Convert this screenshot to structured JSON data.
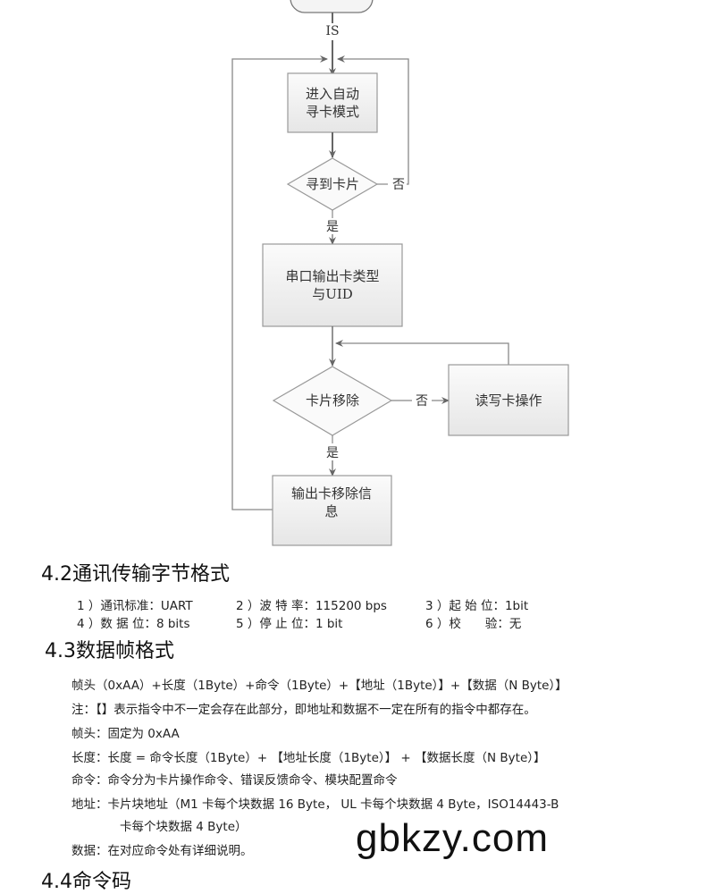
{
  "flowchart": {
    "start_label": "IS",
    "nodes": {
      "auto_search": [
        "进入自动",
        "寻卡模式"
      ],
      "found_card": "寻到卡片",
      "serial_output": [
        "串口输出卡类型",
        "与UID"
      ],
      "card_removed": "卡片移除",
      "read_write": "读写卡操作",
      "output_removed": [
        "输出卡移除信",
        "息"
      ]
    },
    "labels": {
      "yes": "是",
      "no": "否"
    }
  },
  "section_42": {
    "title": "4.2通讯传输字节格式",
    "items": [
      "1 ）通讯标准：UART",
      "2 ）波 特 率：115200 bps",
      "3 ）起 始 位：1bit",
      "4 ）数 据 位：8 bits",
      "5 ）停 止 位：1 bit",
      "6 ）校　　验：无"
    ]
  },
  "section_43": {
    "title": "4.3数据帧格式",
    "frame": "帧头（0xAA）+长度（1Byte）+命令（1Byte）+【地址（1Byte）】+【数据（N Byte）】",
    "note": "注：【】表示指令中不一定会存在此部分，即地址和数据不一定在所有的指令中都存在。",
    "header": "帧头：固定为 0xAA",
    "length": "长度：长度 = 命令长度（1Byte）+ 【地址长度（1Byte）】 + 【数据长度（N Byte）】",
    "command": "命令：命令分为卡片操作命令、错误反馈命令、模块配置命令",
    "address_line1": "地址：卡片块地址（M1 卡每个块数据 16 Byte， UL 卡每个块数据 4 Byte，ISO14443-B",
    "address_line2": "卡每个块数据 4 Byte）",
    "data": "数据：在对应命令处有详细说明。"
  },
  "section_44": {
    "title": "4.4命令码"
  },
  "watermark": "gbkzy.com"
}
